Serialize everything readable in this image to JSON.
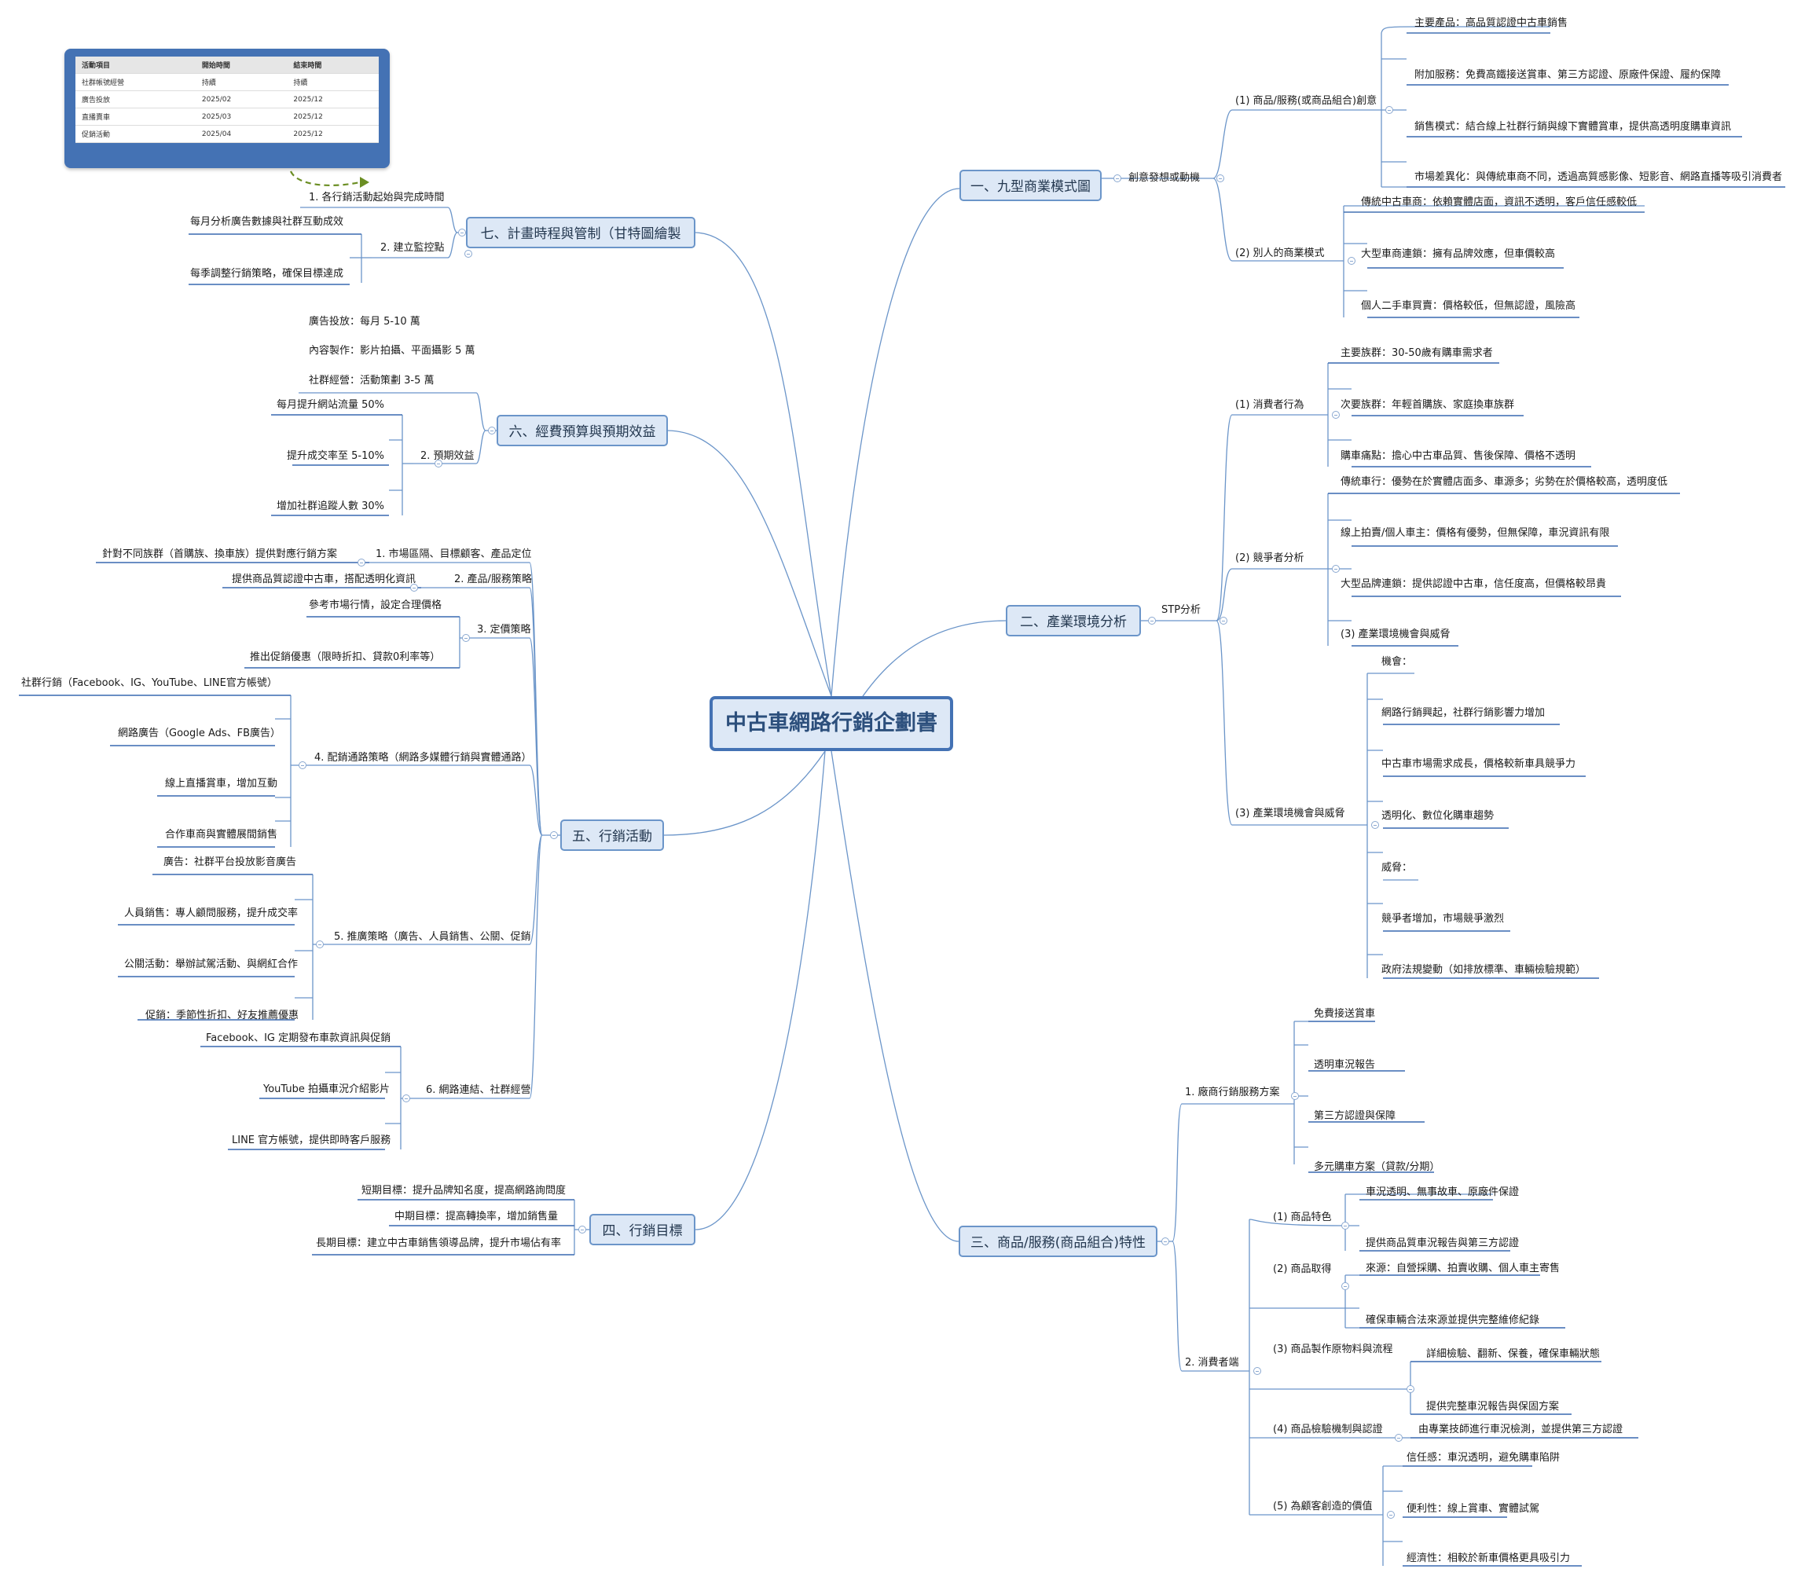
{
  "title": "中古車網路行銷企劃書",
  "gantt": {
    "headers": [
      "活動項目",
      "開始時間",
      "結束時間"
    ],
    "rows": [
      [
        "社群帳號經營",
        "持續",
        "持續"
      ],
      [
        "廣告投放",
        "2025/02",
        "2025/12"
      ],
      [
        "直播賣車",
        "2025/03",
        "2025/12"
      ],
      [
        "促銷活動",
        "2025/04",
        "2025/12"
      ]
    ]
  },
  "branches": {
    "b1": "一、九型商業模式圖",
    "b2": "二、產業環境分析",
    "b3": "三、商品/服務(商品組合)特性",
    "b4": "四、行銷目標",
    "b5": "五、行銷活動",
    "b6": "六、經費預算與預期效益",
    "b7": "七、計畫時程與管制（甘特圖繪製"
  },
  "nodes": {
    "n1": "創意發想或動機",
    "n2": "(1) 商品/服務(或商品組合)創意",
    "n3": "主要產品：高品質認證中古車銷售",
    "n4": "附加服務：免費高鐵接送賞車、第三方認證、原廠件保證、履約保障",
    "n5": "銷售模式：結合線上社群行銷與線下實體賞車，提供高透明度購車資訊",
    "n6": "市場差異化：與傳統車商不同，透過高質感影像、短影音、網路直播等吸引消費者",
    "n7": "(2) 別人的商業模式",
    "n8": "傳統中古車商：依賴實體店面，資訊不透明，客戶信任感較低",
    "n9": "大型車商連鎖：擁有品牌效應，但車價較高",
    "n10": "個人二手車買賣：價格較低，但無認證，風險高",
    "n11": "STP分析",
    "n12": "(1) 消費者行為",
    "n13": "主要族群：30-50歲有購車需求者",
    "n14": "次要族群：年輕首購族、家庭換車族群",
    "n15": "購車痛點：擔心中古車品質、售後保障、價格不透明",
    "n16": "(2) 競爭者分析",
    "n17": "傳統車行：優勢在於實體店面多、車源多；劣勢在於價格較高，透明度低",
    "n18": "線上拍賣/個人車主：價格有優勢，但無保障，車況資訊有限",
    "n19": "大型品牌連鎖：提供認證中古車，信任度高，但價格較昂貴",
    "n20": "(3) 產業環境機會與威脅",
    "n21": "(3) 產業環境機會與威脅",
    "n22": "機會：",
    "n23": "網路行銷興起，社群行銷影響力增加",
    "n24": "中古車市場需求成長，價格較新車具競爭力",
    "n25": "透明化、數位化購車趨勢",
    "n26": "威脅：",
    "n27": "競爭者增加，市場競爭激烈",
    "n28": "政府法規變動（如排放標準、車輛檢驗規範）",
    "n29": "1. 廠商行銷服務方案",
    "n30": "免費接送賞車",
    "n31": "透明車況報告",
    "n32": "第三方認證與保障",
    "n33": "多元購車方案（貸款/分期）",
    "n34": "2. 消費者端",
    "n35": "(1) 商品特色",
    "n36": "車況透明、無事故車、原廠件保證",
    "n37": "提供商品質車況報告與第三方認證",
    "n38": "(2) 商品取得",
    "n39": "來源：自營採購、拍賣收購、個人車主寄售",
    "n40": "確保車輛合法來源並提供完整維修紀錄",
    "n41": "(3) 商品製作原物料與流程",
    "n42": "詳細檢驗、翻新、保養，確保車輛狀態",
    "n43": "提供完整車況報告與保固方案",
    "n44": "(4) 商品檢驗機制與認證",
    "n45": "由專業技師進行車況檢測，並提供第三方認證",
    "n46": "(5) 為顧客創造的價值",
    "n47": "信任感：車況透明，避免購車陷阱",
    "n48": "便利性：線上賞車、實體試駕",
    "n49": "經濟性：相較於新車價格更具吸引力",
    "n50": "短期目標：提升品牌知名度，提高網路詢問度",
    "n51": "中期目標：提高轉換率，增加銷售量",
    "n52": "長期目標：建立中古車銷售領導品牌，提升市場佔有率",
    "n53": "1. 市場區隔、目標顧客、產品定位",
    "n54": "針對不同族群（首購族、換車族）提供對應行銷方案",
    "n55": "2. 產品/服務策略",
    "n56": "提供商品質認證中古車，搭配透明化資訊",
    "n57": "3. 定價策略",
    "n58": "參考市場行情，設定合理價格",
    "n59": "推出促銷優惠（限時折扣、貸款0利率等）",
    "n60": "4. 配銷通路策略（網路多媒體行銷與實體通路）",
    "n61": "社群行銷（Facebook、IG、YouTube、LINE官方帳號）",
    "n62": "網路廣告（Google Ads、FB廣告）",
    "n63": "線上直播賞車，增加互動",
    "n64": "合作車商與實體展間銷售",
    "n65": "5. 推廣策略（廣告、人員銷售、公關、促銷",
    "n66": "廣告：社群平台投放影音廣告",
    "n67": "人員銷售：專人顧問服務，提升成交率",
    "n68": "公關活動：舉辦試駕活動、與網紅合作",
    "n69": "促銷：季節性折扣、好友推薦優惠",
    "n70": "6. 網路連結、社群經營",
    "n71": "Facebook、IG 定期發布車款資訊與促銷",
    "n72": "YouTube 拍攝車況介紹影片",
    "n73": "LINE 官方帳號，提供即時客戶服務",
    "n74": "廣告投放：每月 5-10 萬",
    "n75": "內容製作：影片拍攝、平面攝影 5 萬",
    "n76": "社群經營：活動策劃 3-5 萬",
    "n77": "2. 預期效益",
    "n78": "每月提升網站流量 50%",
    "n79": "提升成交率至 5-10%",
    "n80": "增加社群追蹤人數 30%",
    "n81": "1. 各行銷活動起始與完成時間",
    "n82": "2. 建立監控點",
    "n83": "每月分析廣告數據與社群互動成效",
    "n84": "每季調整行銷策略，確保目標達成"
  },
  "colors": {
    "line": "#6b95c9",
    "underline": "#4472b4",
    "arrow": "#6b8e23"
  }
}
